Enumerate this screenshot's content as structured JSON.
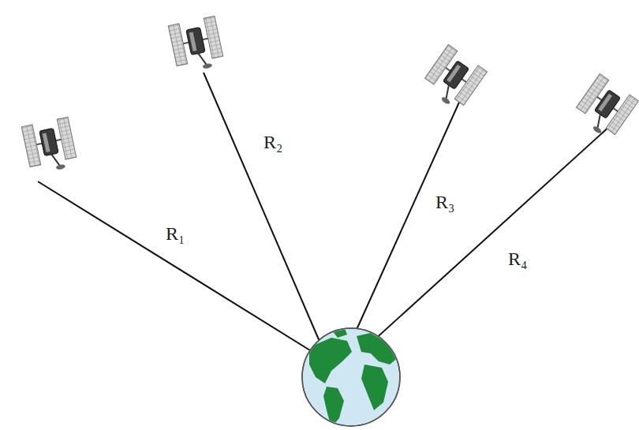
{
  "diagram": {
    "labels": [
      "R₁",
      "R₂",
      "R₃",
      "R₄"
    ]
  }
}
